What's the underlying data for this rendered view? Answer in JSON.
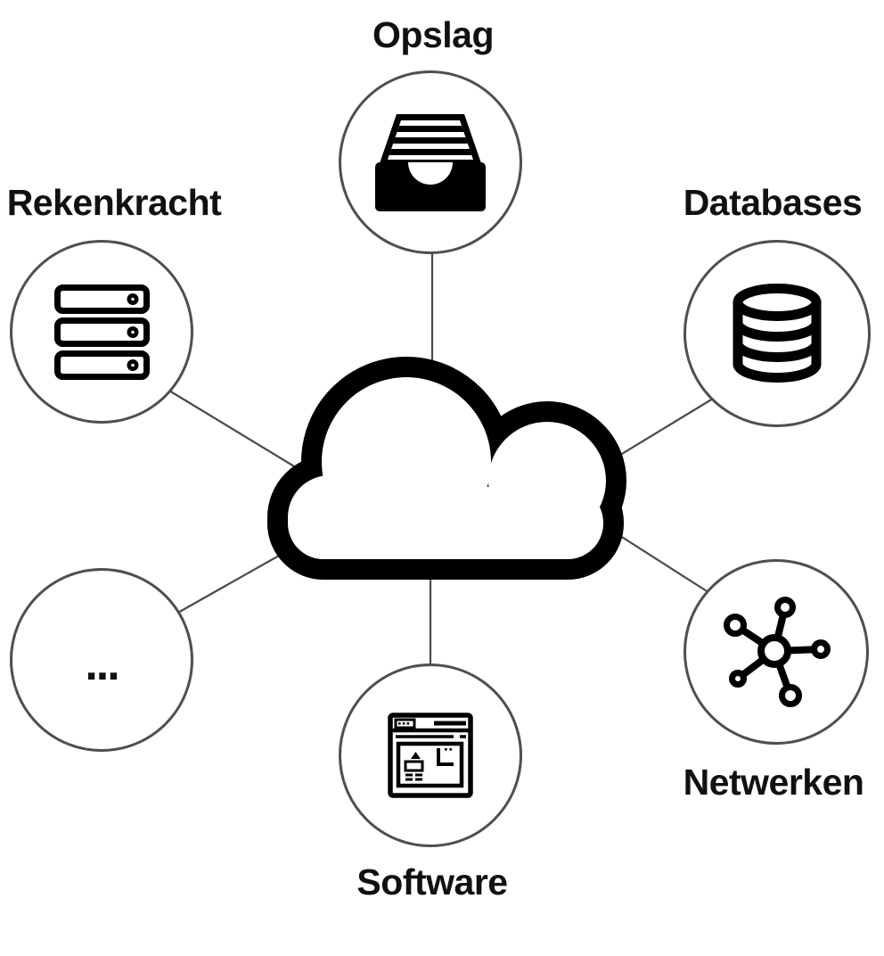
{
  "diagram": {
    "type": "hub-and-spoke",
    "center_node": {
      "id": "cloud",
      "icon": "cloud-icon"
    },
    "nodes": [
      {
        "id": "opslag",
        "label": "Opslag",
        "icon": "archive-box-icon",
        "label_position": "above"
      },
      {
        "id": "rekenkracht",
        "label": "Rekenkracht",
        "icon": "server-stack-icon",
        "label_position": "above"
      },
      {
        "id": "databases",
        "label": "Databases",
        "icon": "database-icon",
        "label_position": "above"
      },
      {
        "id": "meer",
        "label": "...",
        "icon": "ellipsis-dots",
        "label_position": "inside"
      },
      {
        "id": "software",
        "label": "Software",
        "icon": "browser-window-icon",
        "label_position": "below"
      },
      {
        "id": "netwerken",
        "label": "Netwerken",
        "icon": "network-hub-icon",
        "label_position": "below"
      }
    ],
    "colors": {
      "background": "#ffffff",
      "circle_border": "#4f4f4f",
      "connector_line": "#4a4a4a",
      "icon_color": "#000000",
      "label_color": "#111111"
    }
  }
}
